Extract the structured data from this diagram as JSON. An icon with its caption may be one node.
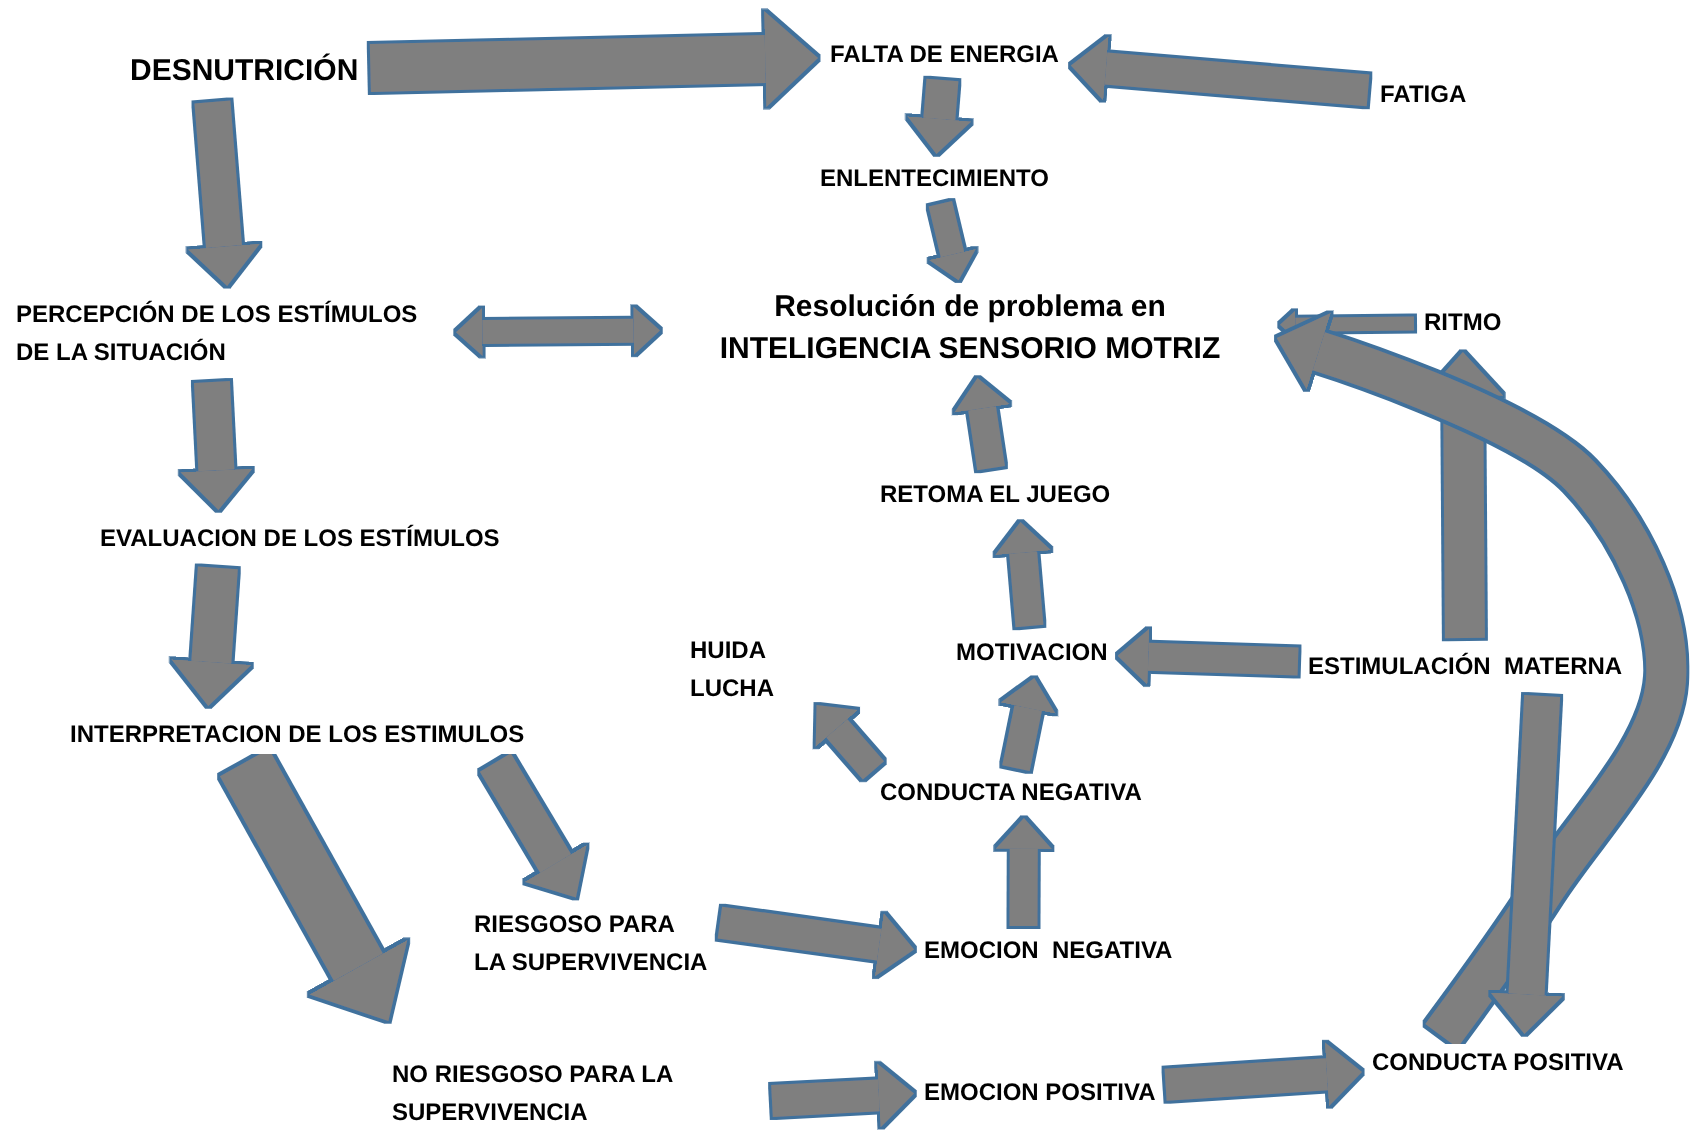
{
  "diagram": {
    "nodes": [
      {
        "text": [
          "DESNUTRICIÓN"
        ]
      },
      {
        "text": [
          "FALTA DE ENERGIA"
        ]
      },
      {
        "text": [
          "FATIGA"
        ]
      },
      {
        "text": [
          "ENLENTECIMIENTO"
        ]
      },
      {
        "text": [
          "PERCEPCIÓN DE LOS ESTÍMULOS DE LA SITUACIÓN"
        ]
      },
      {
        "text": [
          "Resolución de problema en INTELIGENCIA SENSORIO MOTRIZ"
        ]
      },
      {
        "text": [
          "RITMO"
        ]
      },
      {
        "text": [
          "EVALUACION DE LOS ESTÍMULOS"
        ]
      },
      {
        "text": [
          "RETOMA EL JUEGO"
        ]
      },
      {
        "text": [
          "HUIDA LUCHA"
        ]
      },
      {
        "text": [
          "MOTIVACION"
        ]
      },
      {
        "text": [
          "ESTIMULACIÓN  MATERNA"
        ]
      },
      {
        "text": [
          "INTERPRETACION DE LOS ESTIMULOS"
        ]
      },
      {
        "text": [
          "CONDUCTA NEGATIVA"
        ]
      },
      {
        "text": [
          "RIESGOSO PARA LA SUPERVIVENCIA"
        ]
      },
      {
        "text": [
          "EMOCION  NEGATIVA"
        ]
      },
      {
        "text": [
          "NO RIESGOSO PARA LA SUPERVIVENCIA"
        ]
      },
      {
        "text": [
          "EMOCION POSITIVA"
        ]
      },
      {
        "text": [
          "CONDUCTA POSITIVA"
        ]
      }
    ],
    "edges": [
      {
        "from": 0,
        "to": 1,
        "arrow": "to"
      },
      {
        "from": 2,
        "to": 1,
        "arrow": "to"
      },
      {
        "from": 1,
        "to": 3,
        "arrow": "to"
      },
      {
        "from": 0,
        "to": 4,
        "arrow": "to"
      },
      {
        "from": 3,
        "to": 5,
        "arrow": "to"
      },
      {
        "from": 4,
        "to": 5,
        "arrow": "both"
      },
      {
        "from": 6,
        "to": 5,
        "arrow": "to"
      },
      {
        "from": 4,
        "to": 7,
        "arrow": "to"
      },
      {
        "from": 8,
        "to": 5,
        "arrow": "to"
      },
      {
        "from": 11,
        "to": 6,
        "arrow": "to"
      },
      {
        "from": 18,
        "to": 5,
        "arrow": "to"
      },
      {
        "from": 7,
        "to": 12,
        "arrow": "to"
      },
      {
        "from": 10,
        "to": 8,
        "arrow": "to"
      },
      {
        "from": 11,
        "to": 10,
        "arrow": "to"
      },
      {
        "from": 13,
        "to": 10,
        "arrow": "to"
      },
      {
        "from": 13,
        "to": 9,
        "arrow": "to"
      },
      {
        "from": 12,
        "to": 14,
        "arrow": "to"
      },
      {
        "from": 12,
        "to": 16,
        "arrow": "to"
      },
      {
        "from": 15,
        "to": 13,
        "arrow": "to"
      },
      {
        "from": 14,
        "to": 15,
        "arrow": "to"
      },
      {
        "from": 11,
        "to": 18,
        "arrow": "to"
      },
      {
        "from": 16,
        "to": 17,
        "arrow": "to"
      },
      {
        "from": 17,
        "to": 18,
        "arrow": "to"
      }
    ]
  }
}
